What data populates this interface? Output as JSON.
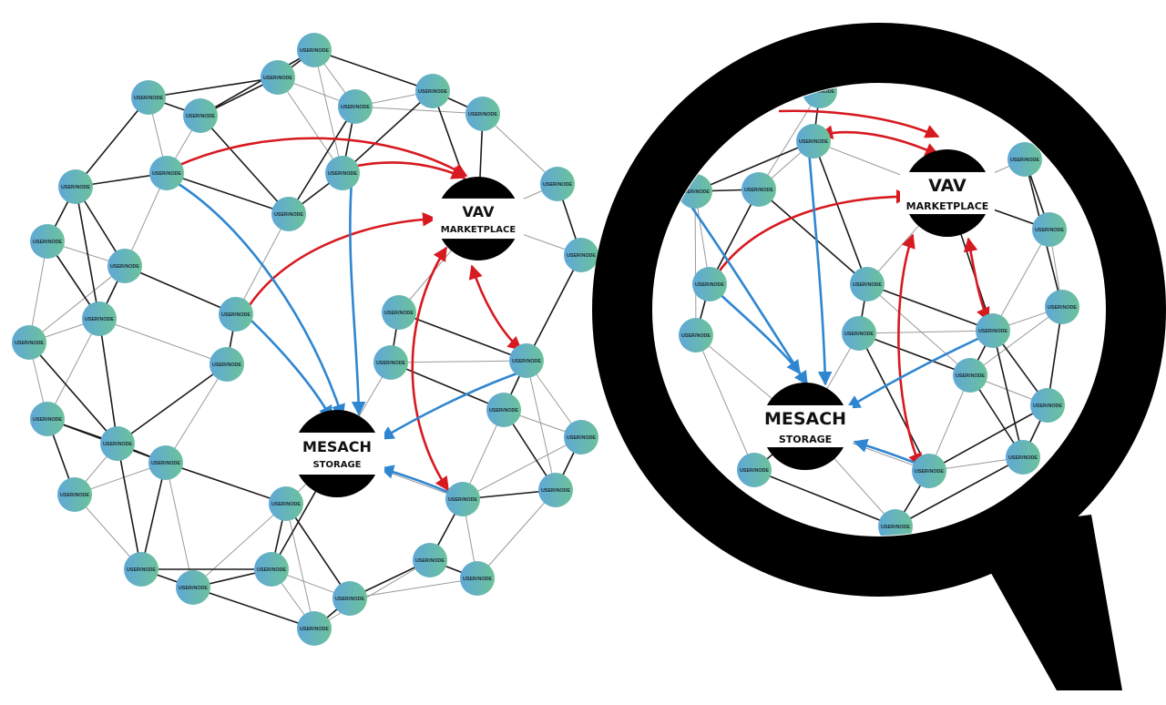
{
  "node_label": "USER/NODE",
  "hubs": {
    "marketplace": {
      "line1": "VAV",
      "line2": "MARKETPLACE"
    },
    "storage": {
      "line1": "MESACH",
      "line2": "STORAGE"
    }
  },
  "colors": {
    "node_gradient_start": "#5fa8d8",
    "node_gradient_end": "#6cc29a",
    "blue_arrow": "#2f86d0",
    "red_arrow": "#d71920",
    "edge_dark": "#1a1a1a",
    "edge_light": "#9a9a9a",
    "magnifier": "#000000"
  }
}
